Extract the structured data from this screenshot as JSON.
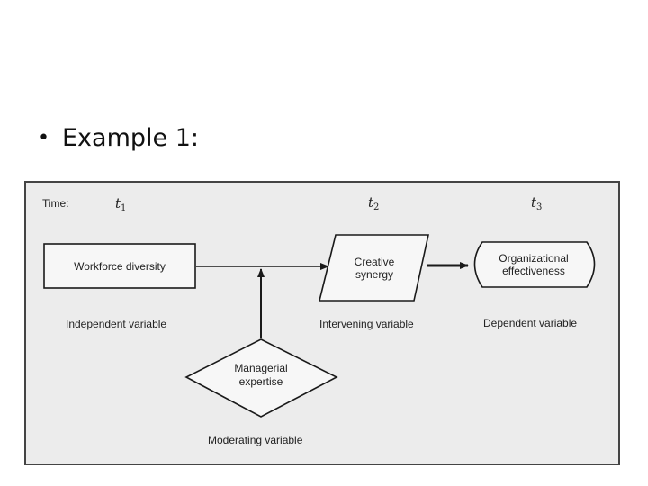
{
  "slide": {
    "bullet": "Example 1:"
  },
  "diagram": {
    "time_label": "Time:",
    "times": [
      {
        "t": "t",
        "sub": "1"
      },
      {
        "t": "t",
        "sub": "2"
      },
      {
        "t": "t",
        "sub": "3"
      }
    ],
    "nodes": {
      "independent": {
        "text": [
          "Workforce diversity"
        ],
        "caption": "Independent variable"
      },
      "intervening": {
        "text": [
          "Creative",
          "synergy"
        ],
        "caption": "Intervening variable"
      },
      "dependent": {
        "text": [
          "Organizational",
          "effectiveness"
        ],
        "caption": "Dependent variable"
      },
      "moderating": {
        "text": [
          "Managerial",
          "expertise"
        ],
        "caption": "Moderating variable"
      }
    }
  }
}
